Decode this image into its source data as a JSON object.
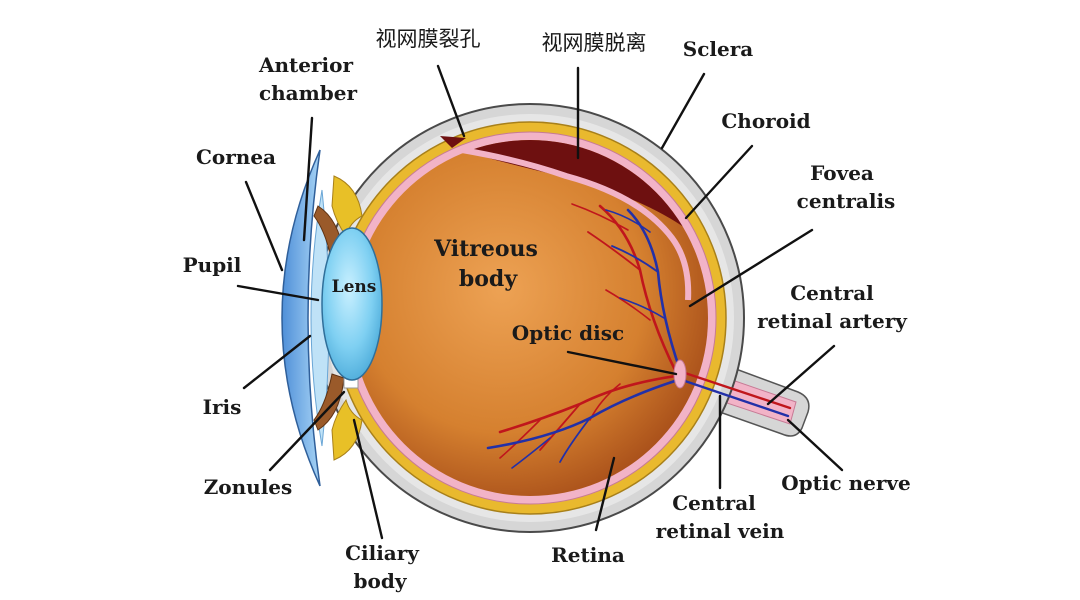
{
  "labels": {
    "retinal_hole": "视网膜裂孔",
    "retinal_detachment": "视网膜脱离",
    "sclera": "Sclera",
    "anterior_chamber_1": "Anterior",
    "anterior_chamber_2": "chamber",
    "choroid": "Choroid",
    "cornea": "Cornea",
    "fovea_1": "Fovea",
    "fovea_2": "centralis",
    "pupil": "Pupil",
    "lens": "Lens",
    "vitreous_1": "Vitreous",
    "vitreous_2": "body",
    "central_artery_1": "Central",
    "central_artery_2": "retinal artery",
    "optic_disc": "Optic disc",
    "iris": "Iris",
    "zonules": "Zonules",
    "optic_nerve": "Optic nerve",
    "central_vein_1": "Central",
    "central_vein_2": "retinal vein",
    "retina": "Retina",
    "ciliary_1": "Ciliary",
    "ciliary_2": "body"
  },
  "colors": {
    "sclera": "#d6d6d6",
    "choroid": "#e9b92e",
    "retina": "#f2b3c7",
    "vitreous_center": "#e99a48",
    "vitreous_edge": "#b5571d",
    "detached_space": "#6e1010",
    "cornea": "#8fc3ef",
    "lens": "#7fd0f2",
    "iris": "#9a5a2a",
    "ciliary": "#e8c027",
    "artery": "#c0161c",
    "vein": "#2230a8"
  }
}
